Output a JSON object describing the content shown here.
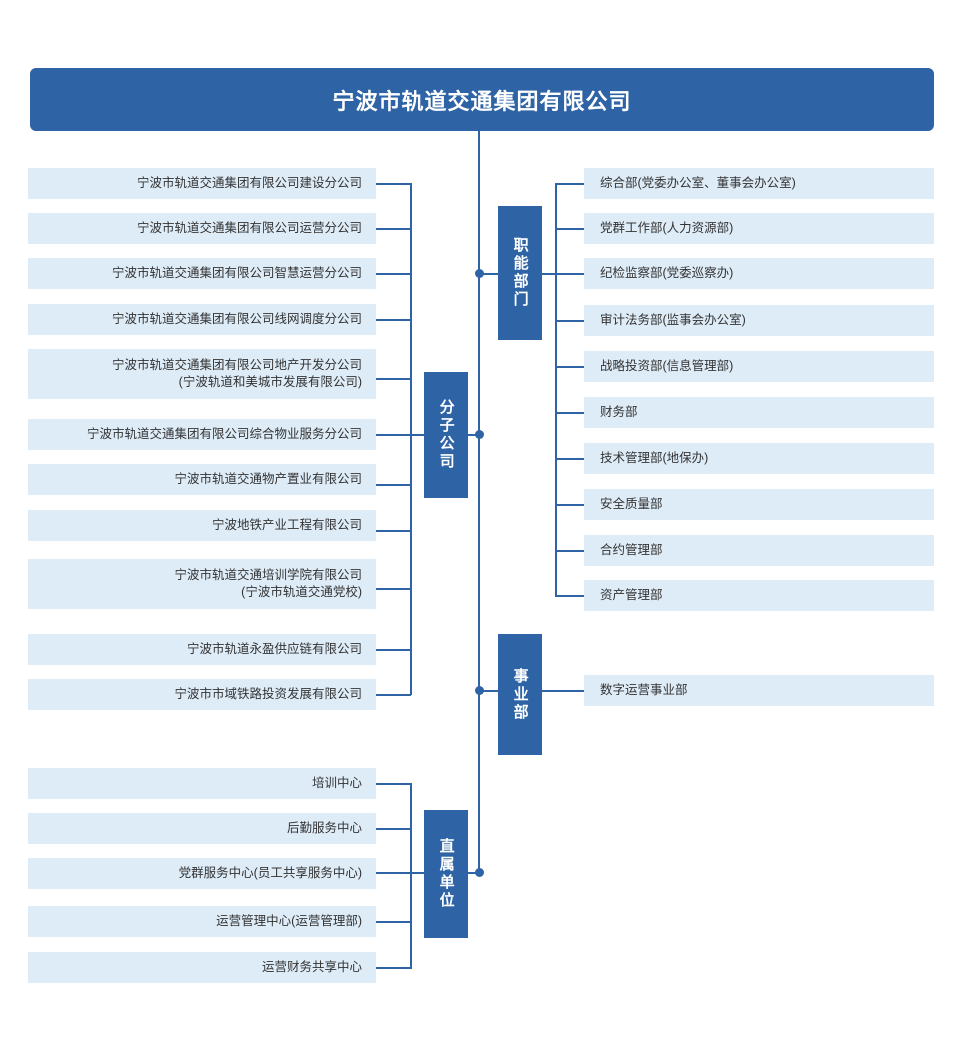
{
  "chart_title": "宁波市轨道交通集团有限公司",
  "root": {
    "label": "宁波市轨道交通集团有限公司"
  },
  "colors": {
    "brand_blue": "#2E64A5",
    "leaf_fill": "#DEECF8",
    "leaf_text": "#333333",
    "root_text": "#FFFFFF",
    "background": "#FFFFFF"
  },
  "branches": {
    "subsidiaries": {
      "category_label": "分子公司",
      "side": "left",
      "items": [
        {
          "line1": "宁波市轨道交通集团有限公司建设分公司",
          "line2": ""
        },
        {
          "line1": "宁波市轨道交通集团有限公司运营分公司",
          "line2": ""
        },
        {
          "line1": "宁波市轨道交通集团有限公司智慧运营分公司",
          "line2": ""
        },
        {
          "line1": "宁波市轨道交通集团有限公司线网调度分公司",
          "line2": ""
        },
        {
          "line1": "宁波市轨道交通集团有限公司地产开发分公司",
          "line2": "(宁波轨道和美城市发展有限公司)"
        },
        {
          "line1": "宁波市轨道交通集团有限公司综合物业服务分公司",
          "line2": ""
        },
        {
          "line1": "宁波市轨道交通物产置业有限公司",
          "line2": ""
        },
        {
          "line1": "宁波地铁产业工程有限公司",
          "line2": ""
        },
        {
          "line1": "宁波市轨道交通培训学院有限公司",
          "line2": "(宁波市轨道交通党校)"
        },
        {
          "line1": "宁波市轨道永盈供应链有限公司",
          "line2": ""
        },
        {
          "line1": "宁波市市域铁路投资发展有限公司",
          "line2": ""
        }
      ]
    },
    "functional_departments": {
      "category_label": "职能部门",
      "side": "right",
      "items": [
        {
          "line1": "综合部(党委办公室、董事会办公室)",
          "line2": ""
        },
        {
          "line1": "党群工作部(人力资源部)",
          "line2": ""
        },
        {
          "line1": "纪检监察部(党委巡察办)",
          "line2": ""
        },
        {
          "line1": "审计法务部(监事会办公室)",
          "line2": ""
        },
        {
          "line1": "战略投资部(信息管理部)",
          "line2": ""
        },
        {
          "line1": "财务部",
          "line2": ""
        },
        {
          "line1": "技术管理部(地保办)",
          "line2": ""
        },
        {
          "line1": "安全质量部",
          "line2": ""
        },
        {
          "line1": "合约管理部",
          "line2": ""
        },
        {
          "line1": "资产管理部",
          "line2": ""
        }
      ]
    },
    "business_divisions": {
      "category_label": "事业部",
      "side": "right",
      "items": [
        {
          "line1": "数字运营事业部",
          "line2": ""
        }
      ]
    },
    "direct_units": {
      "category_label": "直属单位",
      "side": "left",
      "items": [
        {
          "line1": "培训中心",
          "line2": ""
        },
        {
          "line1": "后勤服务中心",
          "line2": ""
        },
        {
          "line1": "党群服务中心(员工共享服务中心)",
          "line2": ""
        },
        {
          "line1": "运营管理中心(运营管理部)",
          "line2": ""
        },
        {
          "line1": "运营财务共享中心",
          "line2": ""
        }
      ]
    }
  }
}
